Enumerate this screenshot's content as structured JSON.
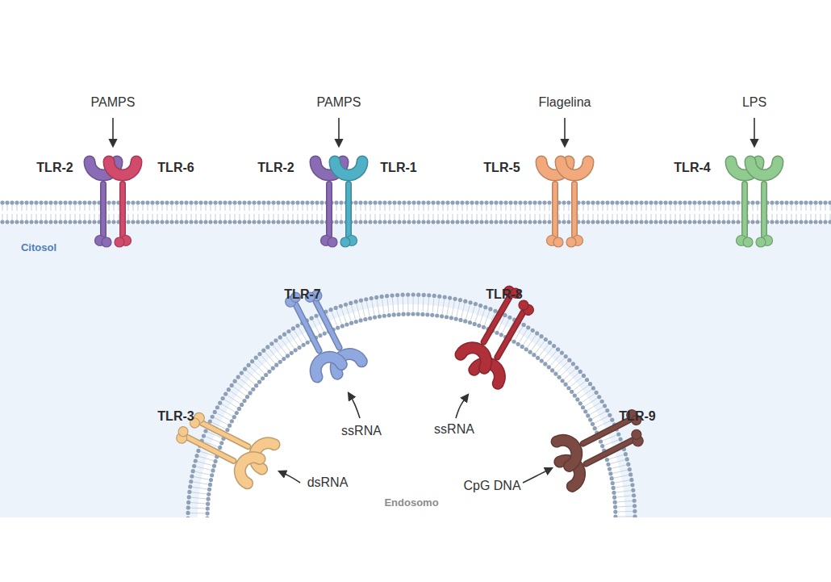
{
  "diagram": {
    "nodes": [
      {
        "text": [
          "TLR-2"
        ]
      },
      {
        "text": [
          "TLR-6"
        ]
      },
      {
        "text": [
          "TLR-2"
        ]
      },
      {
        "text": [
          "TLR-1"
        ]
      },
      {
        "text": [
          "TLR-5"
        ]
      },
      {
        "text": [
          "TLR-4"
        ]
      },
      {
        "text": [
          "TLR-7"
        ]
      },
      {
        "text": [
          "TLR-8"
        ]
      },
      {
        "text": [
          "TLR-3"
        ]
      },
      {
        "text": [
          "TLR-9"
        ]
      }
    ],
    "edges": [],
    "labels": [
      "PAMPS",
      "PAMPS",
      "Flagelina",
      "LPS",
      "Citosol",
      "ssRNA",
      "ssRNA",
      "dsRNA",
      "CpG DNA",
      "Endosomo"
    ]
  }
}
